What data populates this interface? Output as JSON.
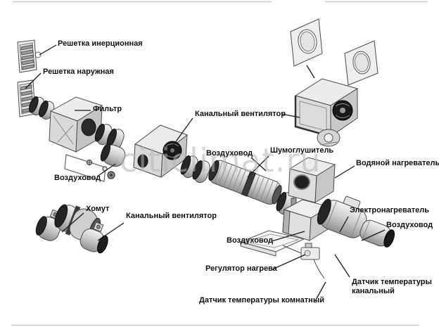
{
  "watermark": "citiclimat.ru",
  "labels": {
    "grille_inertial": "Решетка инерционная",
    "grille_external": "Решетка наружная",
    "filter": "Фильтр",
    "duct_fan_main": "Канальный вентилятор",
    "duct_mid": "Воздуховод",
    "silencer": "Шумоглушитель",
    "water_heater": "Водяной нагреватель",
    "duct_after_filter": "Воздуховод",
    "clamp": "Хомут",
    "duct_fan_small": "Канальный вентилятор",
    "electric_heater": "Электронагреватель",
    "duct_outlet": "Воздуховод",
    "duct_heater": "Воздуховод",
    "heat_regulator": "Регулятор нагрева",
    "temp_sensor_duct": "Датчик температуры канальный",
    "temp_sensor_room": "Датчик температуры комнатный"
  }
}
